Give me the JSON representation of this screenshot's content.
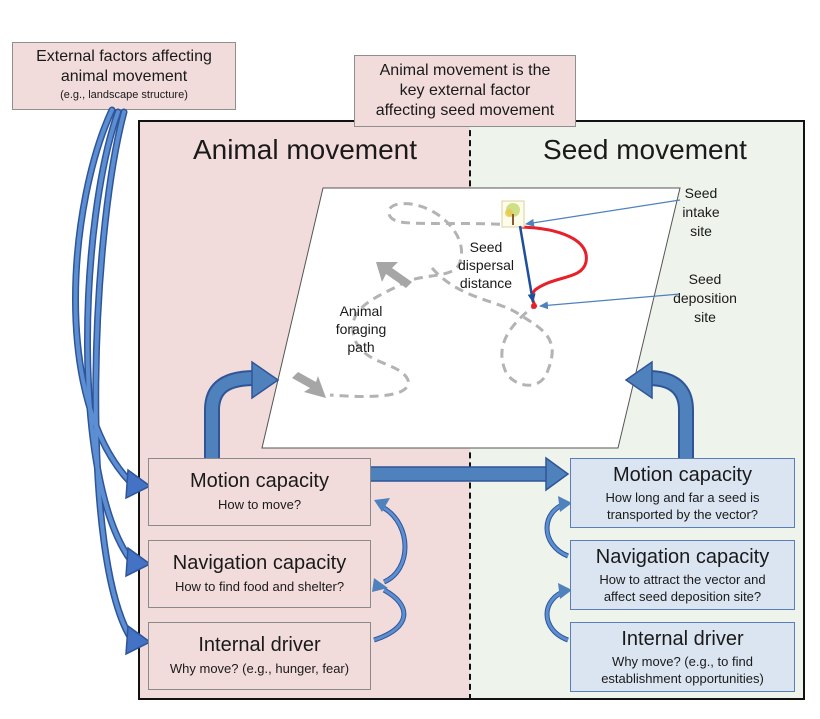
{
  "callouts": {
    "external_factors": {
      "line1": "External factors affecting",
      "line2": "animal movement",
      "line3": "(e.g., landscape structure)"
    },
    "key_factor": {
      "line1": "Animal movement is the",
      "line2": "key external factor",
      "line3": "affecting seed movement"
    }
  },
  "headings": {
    "animal": "Animal movement",
    "seed": "Seed movement"
  },
  "map_labels": {
    "seed_dispersal": [
      "Seed",
      "dispersal",
      "distance"
    ],
    "foraging_path": [
      "Animal",
      "foraging",
      "path"
    ],
    "intake_site": [
      "Seed",
      "intake",
      "site"
    ],
    "deposition_site": [
      "Seed",
      "deposition",
      "site"
    ]
  },
  "animal_boxes": [
    {
      "title": "Motion capacity",
      "subtitle": "How to move?"
    },
    {
      "title": "Navigation capacity",
      "subtitle": "How to find food and shelter?"
    },
    {
      "title": "Internal driver",
      "subtitle": "Why move? (e.g., hunger, fear)"
    }
  ],
  "seed_boxes": [
    {
      "title": "Motion capacity",
      "subtitle1": "How long and far a seed is",
      "subtitle2": "transported by the vector?"
    },
    {
      "title": "Navigation capacity",
      "subtitle1": "How to attract the vector and",
      "subtitle2": "affect seed deposition site?"
    },
    {
      "title": "Internal driver",
      "subtitle1": "Why move? (e.g., to find",
      "subtitle2": "establishment opportunities)"
    }
  ],
  "colors": {
    "arrow_blue": "#4f81bd",
    "seed_path_red": "#e8202a",
    "path_gray": "#b3b3b3",
    "box_pink": "#f2dcdb",
    "box_blue": "#dbe5f1"
  }
}
